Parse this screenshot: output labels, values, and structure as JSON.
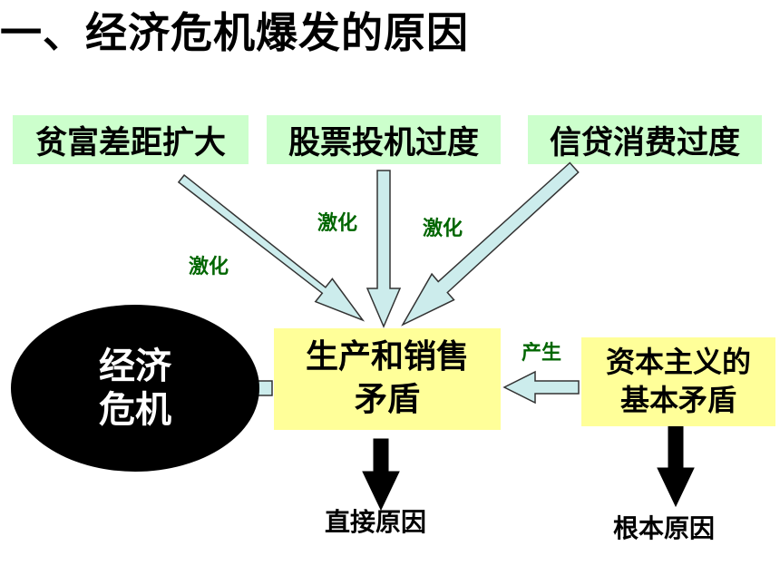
{
  "title": "一、经济危机爆发的原因",
  "causes": [
    "贫富差距扩大",
    "股票投机过度",
    "信贷消费过度"
  ],
  "intensify_labels": [
    "激化",
    "激化",
    "激化"
  ],
  "central": {
    "line1": "生产和销售",
    "line2": "矛盾"
  },
  "root": {
    "line1": "资本主义的",
    "line2": "基本矛盾"
  },
  "produce_label": "产生",
  "crisis": {
    "line1": "经济",
    "line2": "危机"
  },
  "direct_cause": "直接原因",
  "fundamental_cause": "根本原因",
  "colors": {
    "cause_box": "#ccffcc",
    "contradiction_box": "#ffff99",
    "arrow_fill": "#ccecec",
    "label_green": "#006600"
  }
}
